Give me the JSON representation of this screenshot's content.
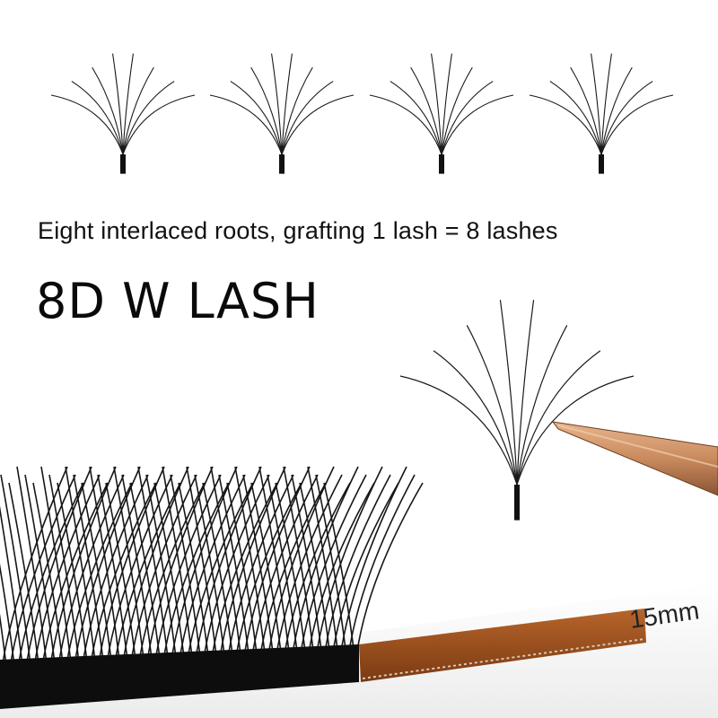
{
  "caption": "Eight interlaced roots, grafting 1 lash = 8 lashes",
  "headline": "8D W LASH",
  "strip_length_label": "15mm",
  "colors": {
    "lash": "#1a1a1a",
    "tweezer": "#c98a5e",
    "strip_band": "#9c4e1d",
    "card": "#f7f7f7"
  }
}
